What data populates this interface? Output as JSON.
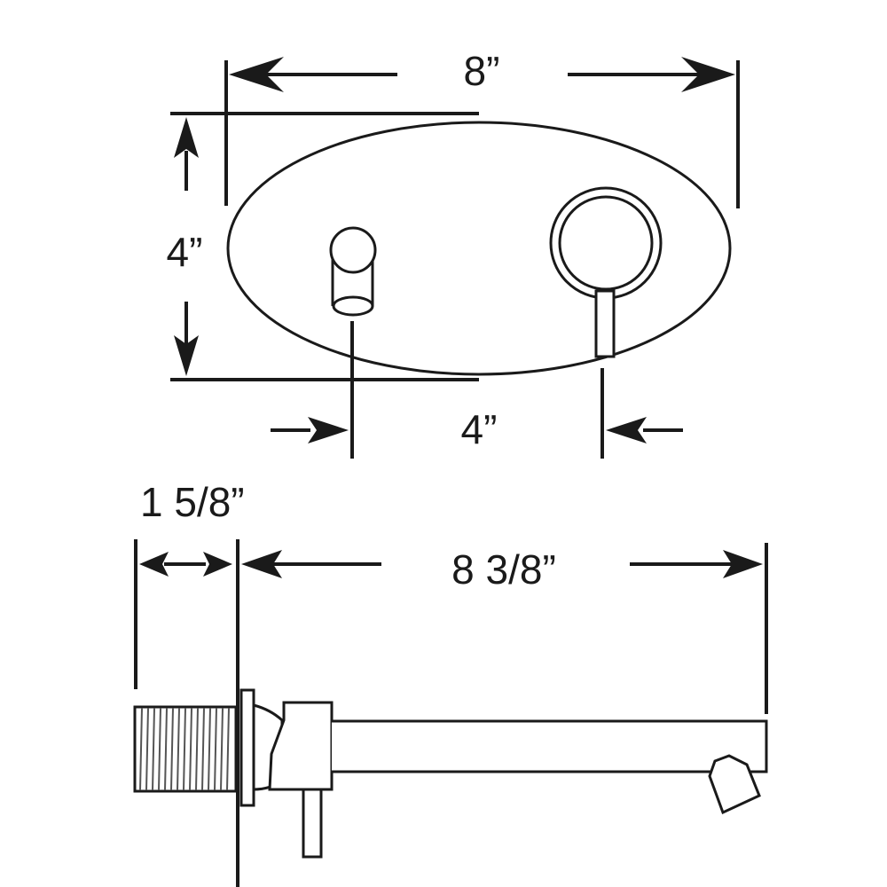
{
  "diagram": {
    "subject": "wall-mount faucet dimension drawing",
    "views": {
      "front": {
        "width_label": "8”",
        "height_label": "4”",
        "center_spacing_label": "4”"
      },
      "side": {
        "wall_depth_label": "1 5/8”",
        "spout_reach_label": "8 3/8”"
      }
    },
    "colors": {
      "line": "#1a1a1a",
      "background": "#ffffff"
    }
  }
}
